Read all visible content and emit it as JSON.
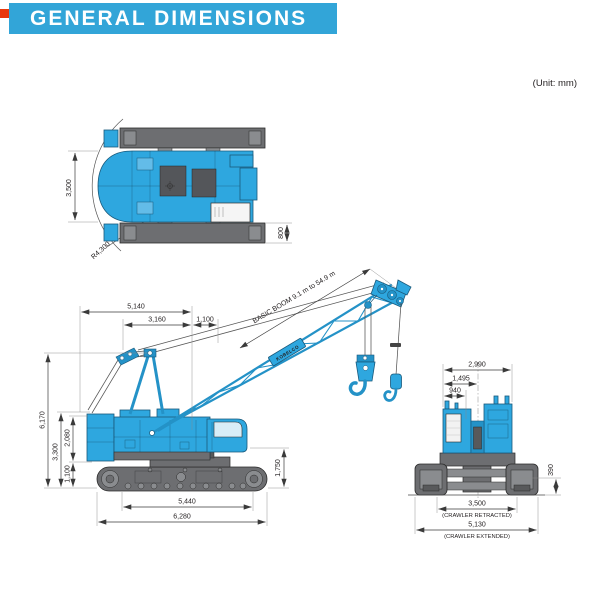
{
  "header": {
    "title": "GENERAL DIMENSIONS",
    "unit_note": "(Unit: mm)"
  },
  "colors": {
    "banner_blue": "#32A5D8",
    "accent_red": "#E8380D",
    "machine_blue": "#2EA7DF",
    "machine_gray": "#6D6E71"
  },
  "plan_view": {
    "dims": {
      "body_width": "3,500",
      "tail_swing_radius": "R4,300",
      "shoe_width": "800"
    }
  },
  "side_view": {
    "boom_range_label": "BASIC BOOM 9.1 m to 54.9 m",
    "boom_brand": "KOBELCO",
    "dims": {
      "top_total": "5,140",
      "top_rear": "3,160",
      "top_front": "1,100",
      "height_total": "6,170",
      "height_cab": "3,300",
      "height_upper": "2,080",
      "height_carbody": "1,100",
      "height_boom_foot": "1,750",
      "tumbler_distance": "5,440",
      "crawler_overall": "6,280"
    }
  },
  "rear_view": {
    "dims": {
      "width_upper": "2,990",
      "width_half": "1,495",
      "width_side": "940",
      "ground_clearance": "390",
      "track_retracted": "3,500",
      "track_retracted_note": "(CRAWLER RETRACTED)",
      "track_extended": "5,130",
      "track_extended_note": "(CRAWLER EXTENDED)"
    }
  }
}
